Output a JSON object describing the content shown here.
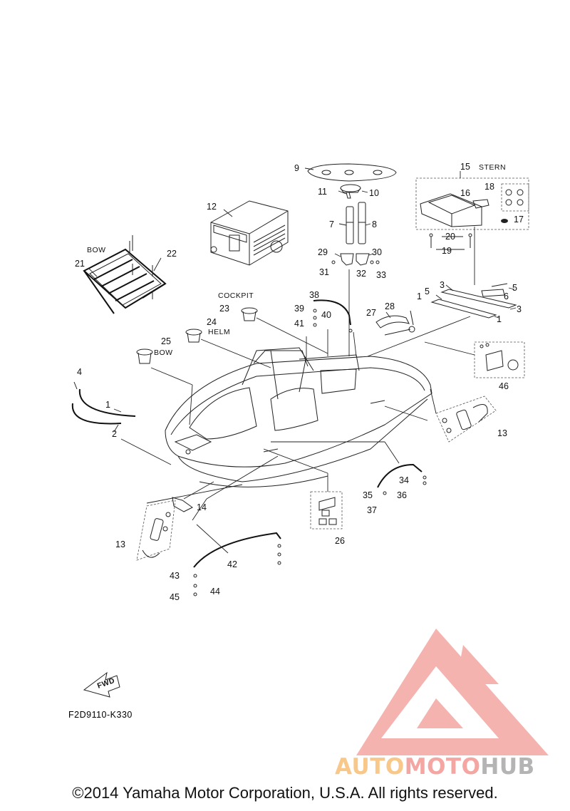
{
  "diagram": {
    "callouts": [
      "1",
      "2",
      "3",
      "4",
      "5",
      "6",
      "7",
      "8",
      "9",
      "10",
      "11",
      "12",
      "13",
      "14",
      "15",
      "16",
      "17",
      "18",
      "19",
      "20",
      "21",
      "22",
      "23",
      "24",
      "25",
      "26",
      "27",
      "28",
      "29",
      "30",
      "31",
      "32",
      "33",
      "34",
      "35",
      "36",
      "37",
      "38",
      "39",
      "40",
      "41",
      "42",
      "43",
      "44",
      "45",
      "46"
    ],
    "zones": {
      "stern": "STERN",
      "bow_left": "BOW",
      "cockpit": "COCKPIT",
      "helm": "HELM",
      "bow_cup": "BOW"
    },
    "fwd_label": "FWD",
    "drawing_code": "F2D9110-K330"
  },
  "watermark": {
    "word_part1": "AUTO",
    "word_part2": "MOTO",
    "word_part3": "HUB",
    "colors": {
      "orange": "#f8c88a",
      "red": "#f4a6a2",
      "gray": "#b4b4b4"
    }
  },
  "footer": {
    "copyright": "©2014 Yamaha Motor Corporation, U.S.A. All rights reserved."
  }
}
